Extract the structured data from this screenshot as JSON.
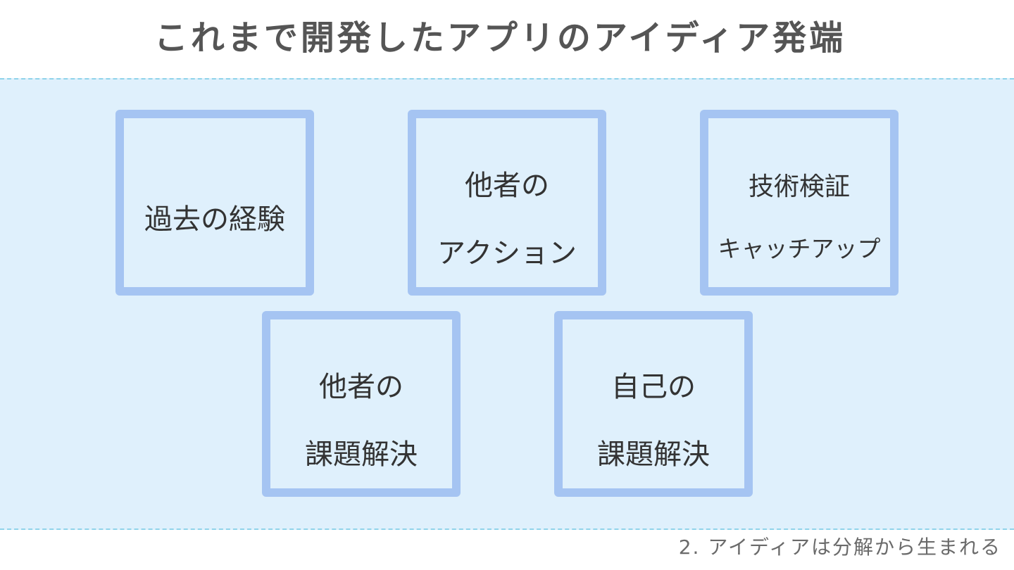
{
  "slide": {
    "title": "これまで開発したアプリのアイディア発端",
    "footer": "2. アイディアは分解から生まれる"
  },
  "boxes": [
    {
      "id": "past-experience",
      "line1": "過去の経験",
      "line2": ""
    },
    {
      "id": "others-action",
      "line1": "他者の",
      "line2": "アクション"
    },
    {
      "id": "tech",
      "line1": "技術検証",
      "line2": "キャッチアップ"
    },
    {
      "id": "others-problem",
      "line1": "他者の",
      "line2": "課題解決"
    },
    {
      "id": "self-problem",
      "line1": "自己の",
      "line2": "課題解決"
    }
  ],
  "colors": {
    "title": "#555555",
    "band_background": "#dff0fc",
    "band_border": "#8fd3ea",
    "box_border": "#a5c4f2",
    "box_text": "#333333",
    "footer_text": "#6a6a6a"
  }
}
